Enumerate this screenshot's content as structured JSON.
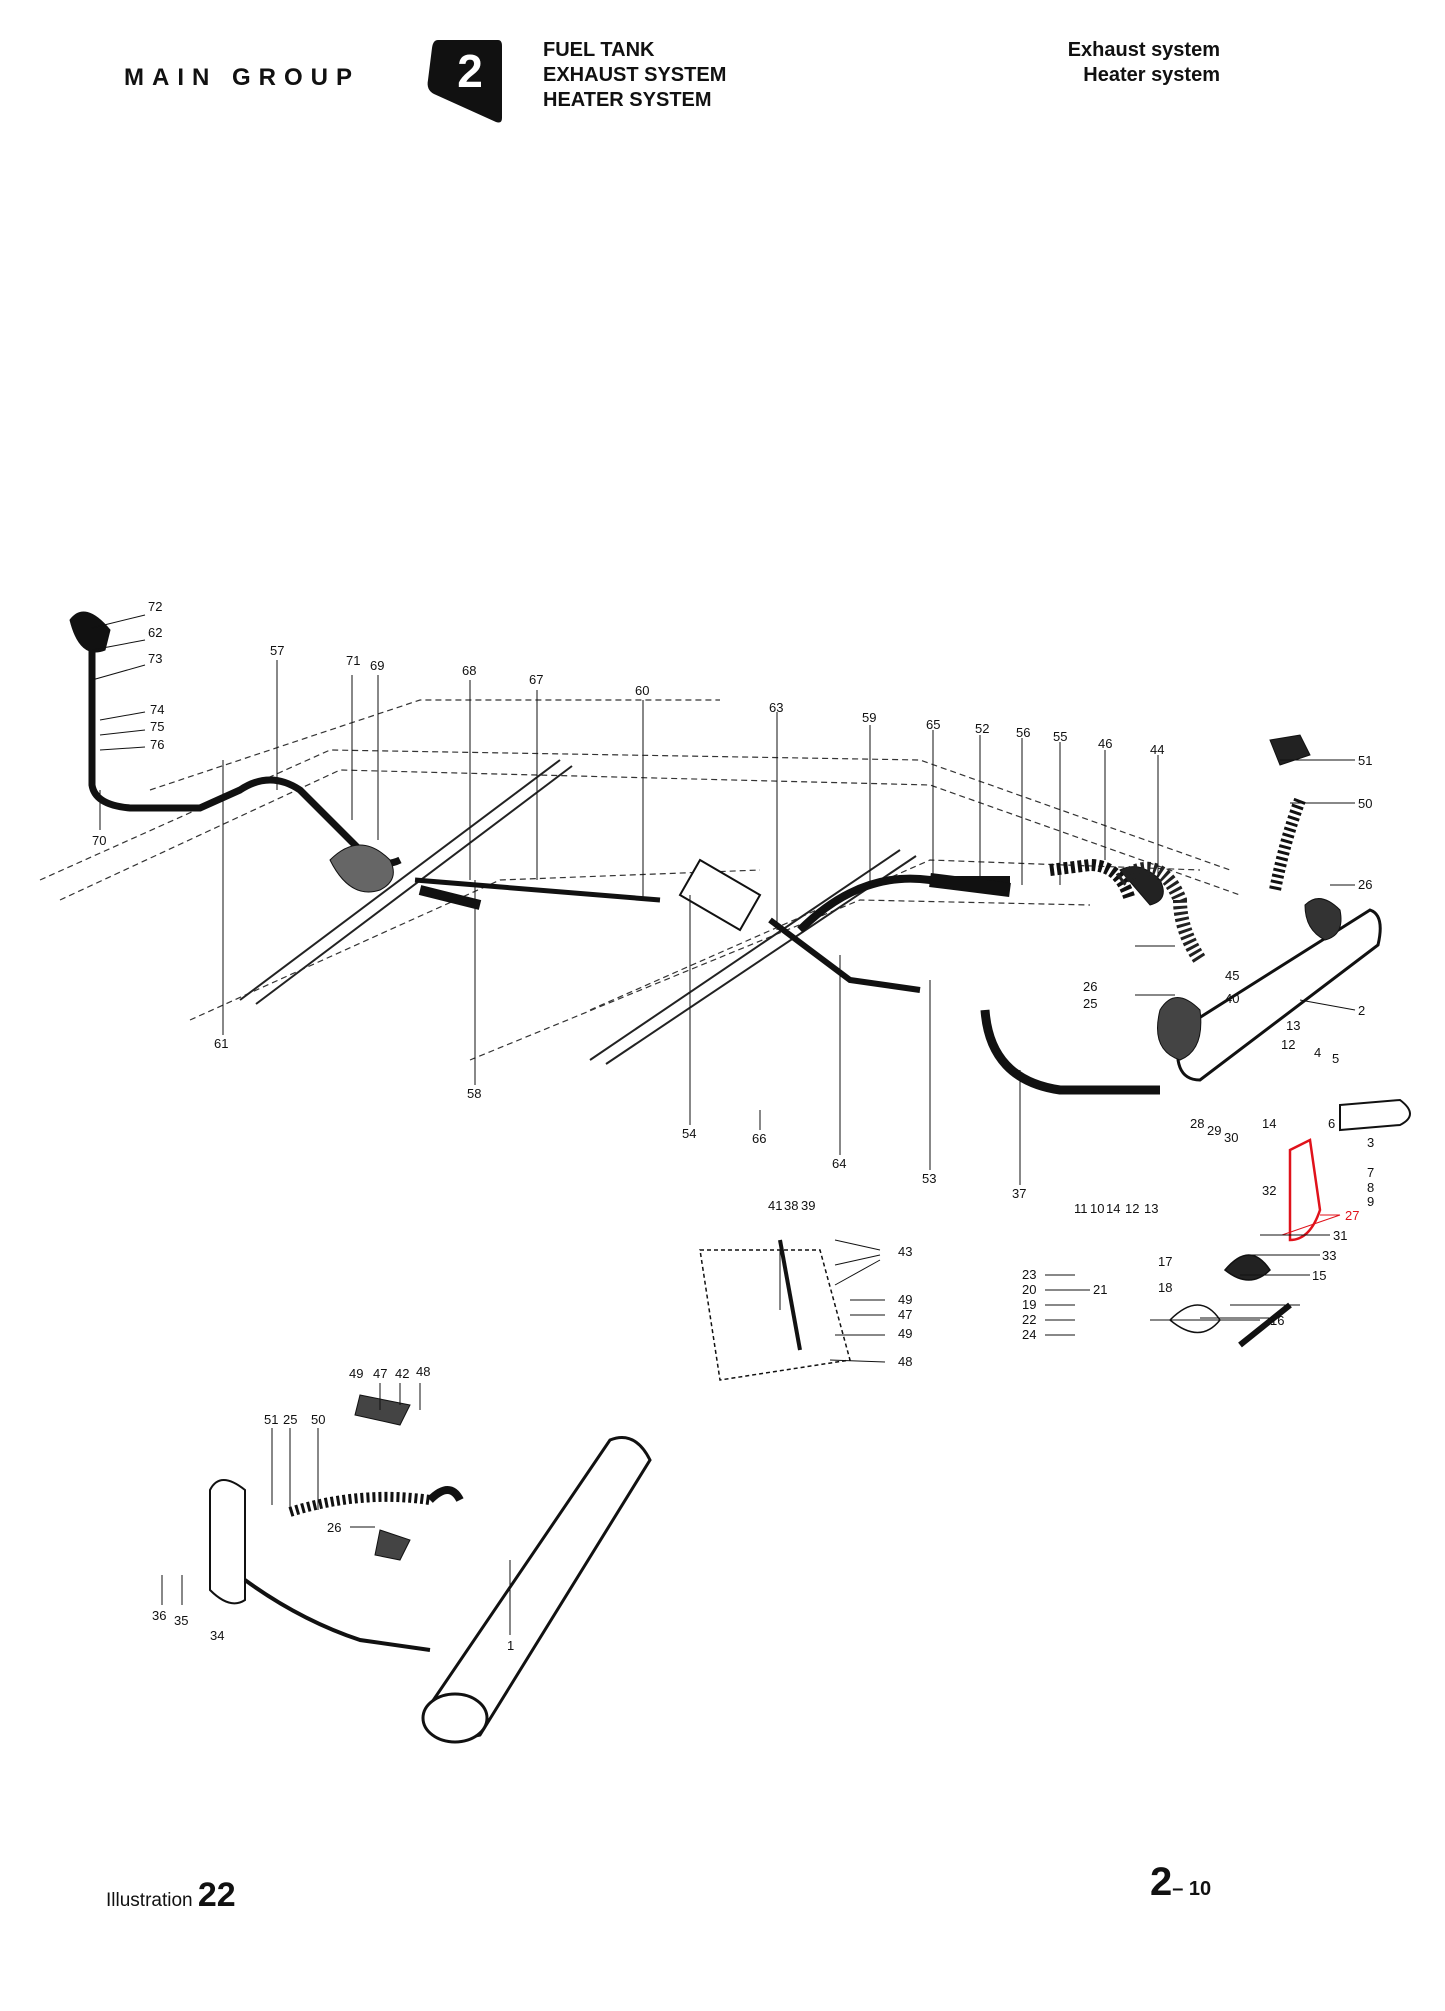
{
  "header": {
    "main_group": "MAIN GROUP",
    "group_number": "2",
    "systems": [
      "FUEL TANK",
      "EXHAUST SYSTEM",
      "HEATER SYSTEM"
    ],
    "right_titles": [
      "Exhaust system",
      "Heater system"
    ]
  },
  "footer": {
    "illustration_word": "Illustration",
    "illustration_number": "22",
    "page_main": "2",
    "page_sub": "– 10"
  },
  "colors": {
    "ink": "#111111",
    "highlight": "#e0121b"
  },
  "callouts": {
    "c72": "72",
    "c62": "62",
    "c73": "73",
    "c74": "74",
    "c75": "75",
    "c76": "76",
    "c70": "70",
    "c57": "57",
    "c71": "71",
    "c69": "69",
    "c68": "68",
    "c67": "67",
    "c60": "60",
    "c63": "63",
    "c59": "59",
    "c65": "65",
    "c52": "52",
    "c56": "56",
    "c55": "55",
    "c46": "46",
    "c44": "44",
    "c51": "51",
    "c50": "50",
    "c26": "26",
    "c61": "61",
    "c58": "58",
    "c54": "54",
    "c66": "66",
    "c64": "64",
    "c53": "53",
    "c37": "37",
    "c45": "45",
    "c40": "40",
    "c26b": "26",
    "c25": "25",
    "c2": "2",
    "c13": "13",
    "c12": "12",
    "c4": "4",
    "c5": "5",
    "c28": "28",
    "c29": "29",
    "c30": "30",
    "c14": "14",
    "c6": "6",
    "c3": "3",
    "c7": "7",
    "c8": "8",
    "c9": "9",
    "c27": "27",
    "c32": "32",
    "c31": "31",
    "c33": "33",
    "c15": "15",
    "c17": "17",
    "c18": "18",
    "c16": "16",
    "c11": "11",
    "c10": "10",
    "c14b": "14",
    "c12b": "12",
    "c13b": "13",
    "c41": "41",
    "c38": "38",
    "c39": "39",
    "c43": "43",
    "c49": "49",
    "c47": "47",
    "c49b": "49",
    "c48": "48",
    "c23": "23",
    "c20": "20",
    "c21": "21",
    "c19": "19",
    "c22": "22",
    "c24": "24",
    "c49c": "49",
    "c47b": "47",
    "c42": "42",
    "c48b": "48",
    "c51b": "51",
    "c25b": "25",
    "c50b": "50",
    "c26c": "26",
    "c36": "36",
    "c35": "35",
    "c34": "34",
    "c1": "1"
  }
}
